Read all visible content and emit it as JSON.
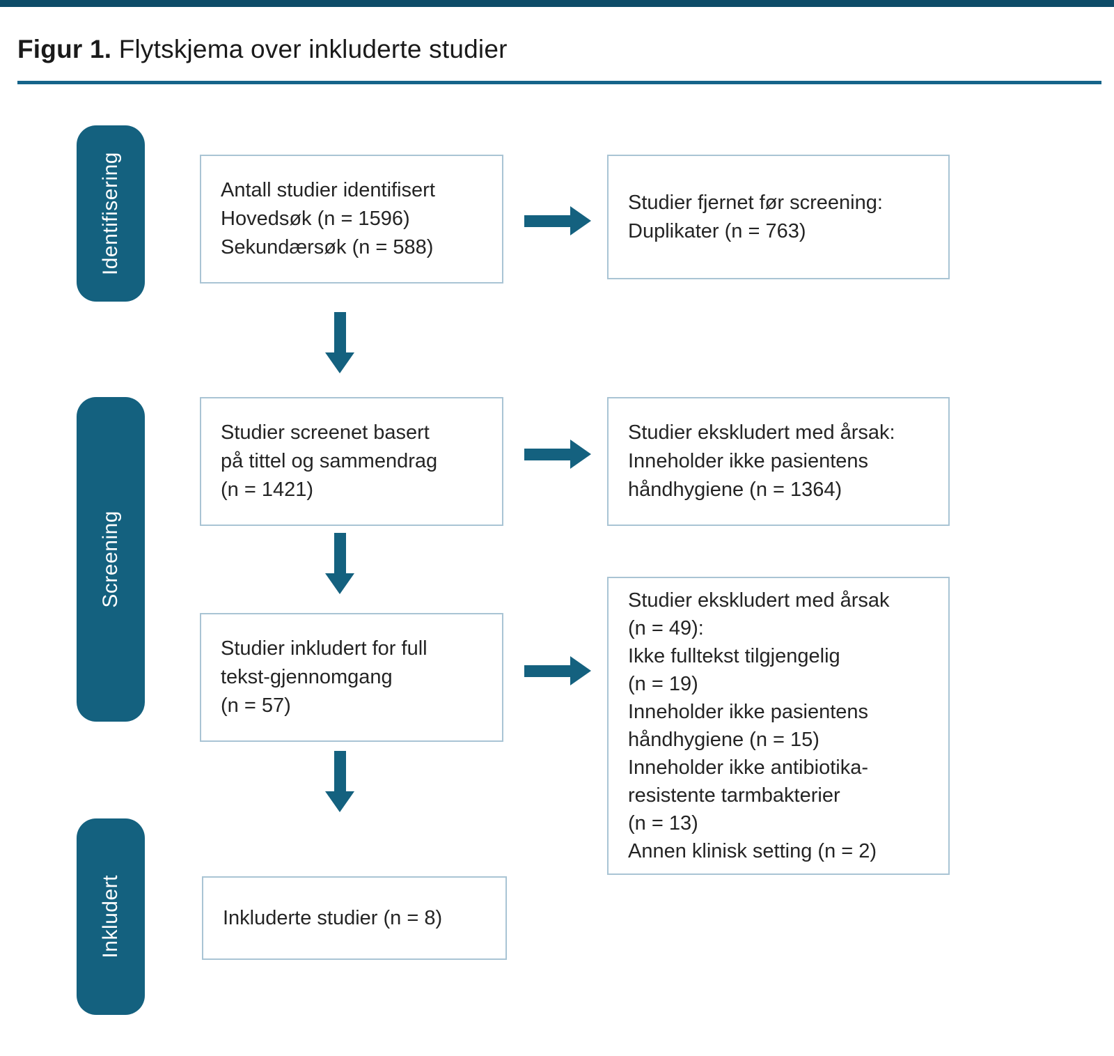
{
  "figure": {
    "title_prefix": "Figur 1.",
    "title_text": " Flytskjema over inkluderte studier"
  },
  "stages": {
    "identification": "Identifisering",
    "screening": "Screening",
    "included": "Inkludert"
  },
  "flow": {
    "identified": [
      "Antall studier identifisert",
      "Hovedsøk (n = 1596)",
      "Sekundærsøk (n = 588)"
    ],
    "removed_before_screening": [
      "Studier fjernet før screening:",
      "Duplikater (n = 763)"
    ],
    "screened": [
      "Studier screenet basert",
      "på tittel og sammendrag",
      "(n = 1421)"
    ],
    "excluded_screening": [
      "Studier ekskludert med årsak:",
      "Inneholder ikke pasientens",
      "håndhygiene (n = 1364)"
    ],
    "fulltext_review": [
      "Studier inkludert for full",
      "tekst-gjennomgang",
      "(n = 57)"
    ],
    "excluded_fulltext": [
      "Studier ekskludert med årsak",
      "(n = 49):",
      "Ikke fulltekst tilgjengelig",
      "(n = 19)",
      "Inneholder ikke pasientens",
      "håndhygiene (n = 15)",
      "Inneholder ikke antibiotika-",
      "resistente tarmbakterier",
      "(n = 13)",
      "Annen klinisk setting (n = 2)"
    ],
    "included_studies": [
      "Inkluderte studier (n = 8)"
    ]
  },
  "colors": {
    "teal": "#14617F",
    "rule": "#15648A",
    "border": "#A9C4D4",
    "topbar": "#0E4C68",
    "text": "#242424"
  }
}
